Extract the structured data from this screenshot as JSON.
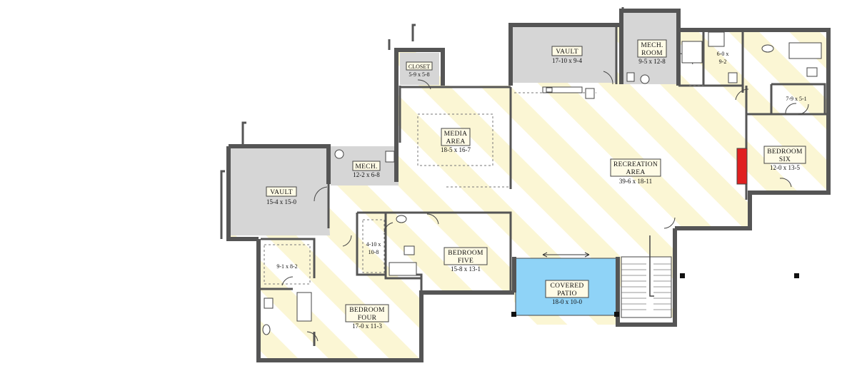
{
  "plan": {
    "rooms": {
      "vault_top": {
        "title": "VAULT",
        "dims": "17-10 x 9-4"
      },
      "mech_room": {
        "title": "MECH.",
        "title2": "ROOM",
        "dims": "9-5 x 12-8"
      },
      "bath_top": {
        "dims": "6-0 x",
        "dims2": "9-2"
      },
      "closet": {
        "title": "CLOSET",
        "dims": "5-9 x 5-8"
      },
      "media": {
        "title": "MEDIA",
        "title2": "AREA",
        "dims": "18-5 x 16-7"
      },
      "mech_left": {
        "title": "MECH.",
        "dims": "12-2 x 6-8"
      },
      "vault_left": {
        "title": "VAULT",
        "dims": "15-4 x 15-0"
      },
      "recreation": {
        "title": "RECREATION",
        "title2": "AREA",
        "dims": "39-6 x 18-11"
      },
      "closet_six": {
        "dims": "7-9 x 5-1"
      },
      "bedroom_six": {
        "title": "BEDROOM",
        "title2": "SIX",
        "dims": "12-0 x 13-5"
      },
      "closet_five": {
        "dims": "4-10 x",
        "dims2": "10-8"
      },
      "bedroom_five": {
        "title": "BEDROOM",
        "title2": "FIVE",
        "dims": "15-8 x 13-1"
      },
      "closet_four": {
        "dims": "9-1 x 8-2"
      },
      "bedroom_four": {
        "title": "BEDROOM",
        "title2": "FOUR",
        "dims": "17-0 x 11-3"
      },
      "patio": {
        "title": "COVERED",
        "title2": "PATIO",
        "dims": "18-0 x 10-0"
      }
    },
    "colors": {
      "floor_cream": "#fbf6d4",
      "stripe_white": "#ffffff",
      "vault_gray": "#d6d6d6",
      "patio_blue": "#8fd3f7",
      "wall": "#555555",
      "fireplace_red": "#e02020"
    }
  }
}
